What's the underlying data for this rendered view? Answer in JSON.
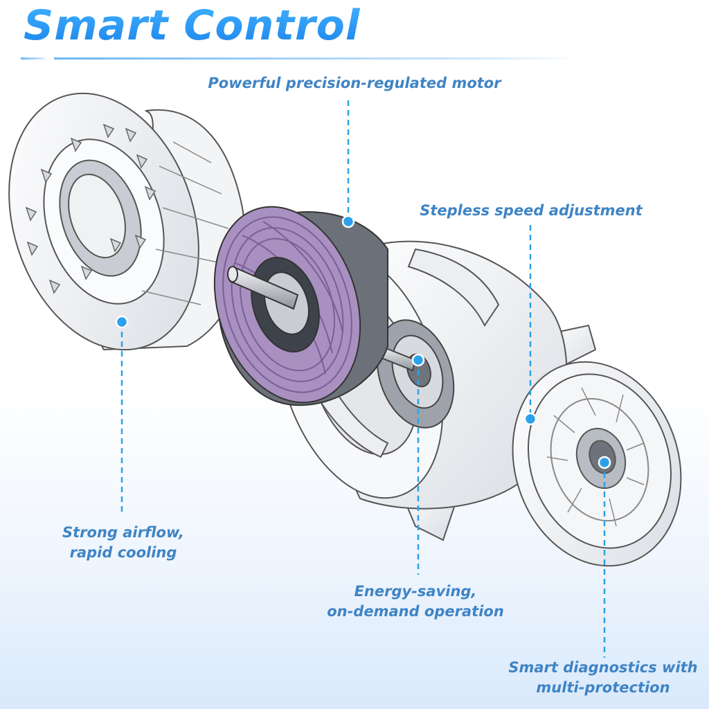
{
  "title": "Smart Control",
  "callouts": {
    "motor": "Powerful precision-regulated motor",
    "speed": "Stepless speed adjustment",
    "airflow_line1": "Strong airflow,",
    "airflow_line2": "rapid cooling",
    "energy_line1": "Energy-saving,",
    "energy_line2": "on-demand operation",
    "diagnostics_line1": "Smart diagnostics with",
    "diagnostics_line2": "multi-protection"
  },
  "colors": {
    "title_blue": "#1b8bf0",
    "callout_text": "#3f84c4",
    "leader_line": "#2aa1ea",
    "coil": "#9a7fb0"
  }
}
